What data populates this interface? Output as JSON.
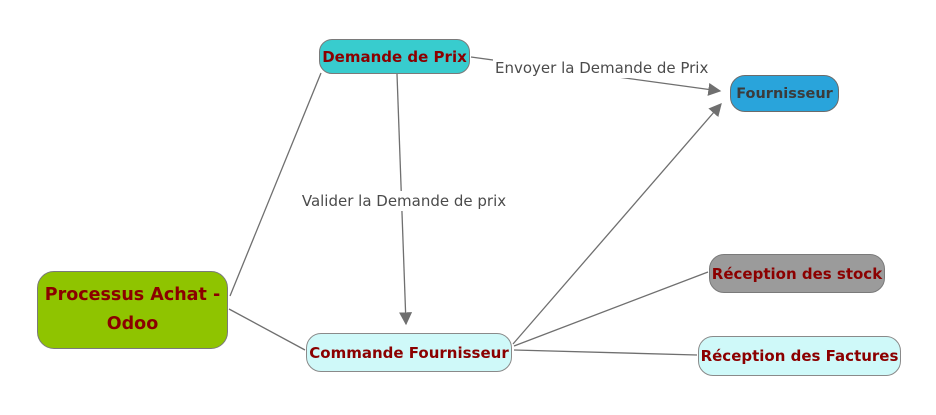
{
  "nodes": {
    "processus": {
      "label": "Processus Achat - Odoo",
      "fill": "#8FC400",
      "text_color": "#8B0000"
    },
    "demande": {
      "label": "Demande de Prix",
      "fill": "#38CCCE",
      "text_color": "#8B0000"
    },
    "fournisseur": {
      "label": "Fournisseur",
      "fill": "#29A4DB",
      "text_color": "#3B3B3B"
    },
    "commande": {
      "label": "Commande Fournisseur",
      "fill": "#CFF9F9",
      "text_color": "#8B0000"
    },
    "reception_stock": {
      "label": "Réception des stock",
      "fill": "#9B9B9B",
      "text_color": "#8B0000"
    },
    "reception_factures": {
      "label": "Réception des Factures",
      "fill": "#CFF9F9",
      "text_color": "#8B0000"
    }
  },
  "edge_labels": {
    "envoyer": "Envoyer la Demande de Prix",
    "valider": "Valider la Demande de prix"
  },
  "edges": [
    {
      "from": "processus",
      "to": "demande",
      "arrow": false
    },
    {
      "from": "processus",
      "to": "commande",
      "arrow": false
    },
    {
      "from": "demande",
      "to": "commande",
      "arrow": true,
      "label": "Valider la Demande de prix"
    },
    {
      "from": "demande",
      "to": "fournisseur",
      "arrow": true,
      "label": "Envoyer la Demande de Prix"
    },
    {
      "from": "commande",
      "to": "fournisseur",
      "arrow": true
    },
    {
      "from": "commande",
      "to": "reception_stock",
      "arrow": false
    },
    {
      "from": "commande",
      "to": "reception_factures",
      "arrow": false
    }
  ],
  "colors": {
    "background": "#FFFFFF",
    "edge": "#6F6F6F",
    "edge_label_text": "#4B4B4B",
    "node_border": "#7A7A7A"
  }
}
